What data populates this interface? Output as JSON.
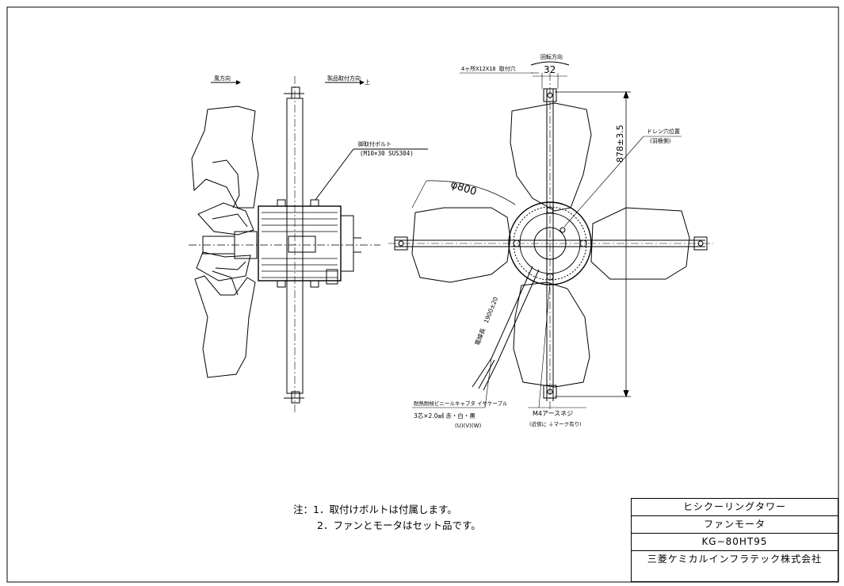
{
  "side_view": {
    "wind_direction": "風方向",
    "install_direction": "製品取付方向",
    "install_up": "上",
    "bolt_label": "脚取付ボルト",
    "bolt_spec": "(M10×30 SUS304)"
  },
  "front_view": {
    "rotation_direction": "回転方向",
    "hole_spec": "4ヶ所X12X18 取付穴",
    "hole_pitch": "32",
    "height_dim": "878±3.5",
    "diameter": "φ800",
    "drain_label": "ドレン穴位置",
    "drain_sub": "(羽根側)",
    "cable_length": "電線長　1900±20",
    "cable_label": "耐熱耐候ビニールキャブタ イヤケーブル",
    "cable_spec": "3芯×2.0㎟ 赤・白・黒",
    "cable_phase": "(U)(V)(W)",
    "earth_screw": "M4アースネジ",
    "earth_note": "(近傍に ⏚マーク有り)"
  },
  "notes": {
    "prefix": "注：",
    "line1": "1．取付けボルトは付属します。",
    "line2": "2．ファンとモータはセット品です。"
  },
  "title_block": {
    "row1": "ヒシクーリングタワー",
    "row2": "ファンモータ",
    "row3": "KG−80HT95",
    "row4": "三菱ケミカルインフラテック株式会社"
  }
}
